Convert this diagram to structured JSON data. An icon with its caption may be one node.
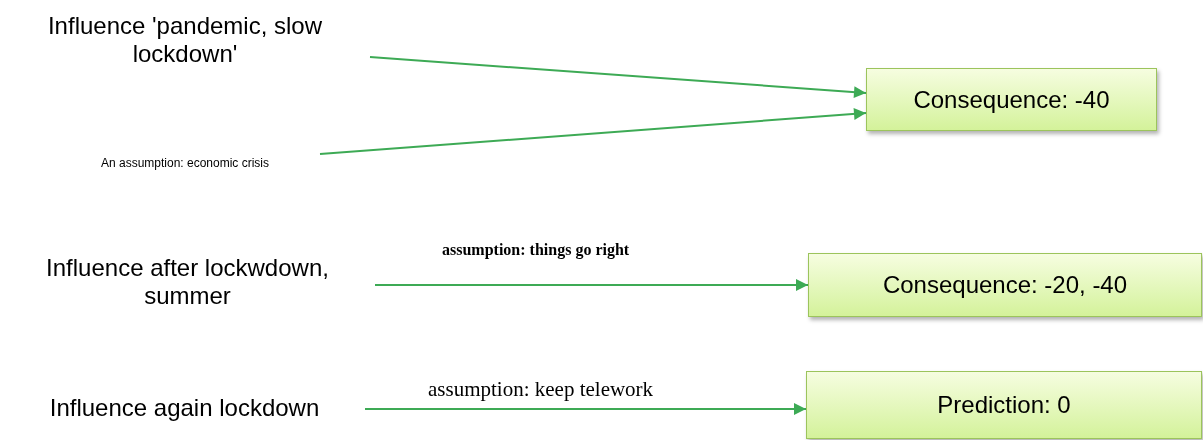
{
  "diagram": {
    "nodes": [
      {
        "text": [
          "Influence 'pandemic, slow lockdown'"
        ]
      },
      {
        "text": [
          "Consequence:  -40"
        ]
      },
      {
        "text": [
          "An assumption: economic crisis"
        ]
      },
      {
        "text": [
          "Influence after lockwdown, summer"
        ]
      },
      {
        "text": [
          "Consequence:  -20, -40"
        ]
      },
      {
        "text": [
          "Influence again lockdown"
        ]
      },
      {
        "text": [
          "Prediction: 0"
        ]
      }
    ],
    "edges": [
      {
        "from": 0,
        "to": 1,
        "arrow": "to"
      },
      {
        "from": 2,
        "to": 1,
        "arrow": "to"
      },
      {
        "from": 3,
        "to": 4,
        "arrow": "to",
        "label": "assumption: things go right"
      },
      {
        "from": 5,
        "to": 6,
        "arrow": "to",
        "label": "assumption: keep telework"
      }
    ]
  }
}
